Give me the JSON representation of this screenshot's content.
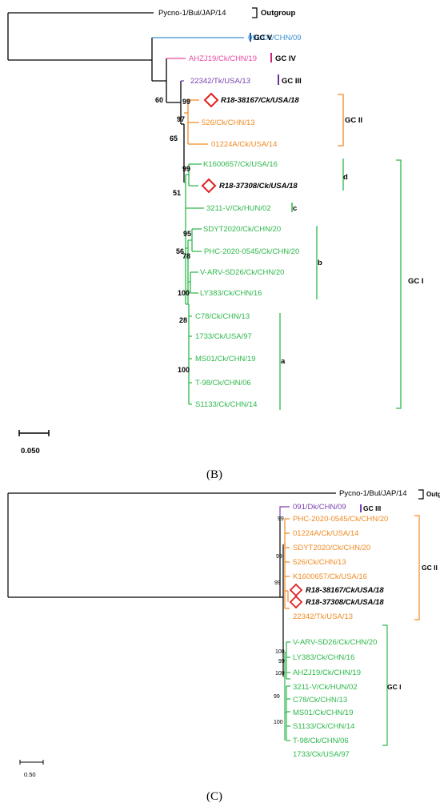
{
  "panel_b": {
    "label": "(B)",
    "scale_label": "0.050",
    "taxa": [
      {
        "name": "Pycno-1/Bul/JAP/14",
        "color": "#000000",
        "style": "normal"
      },
      {
        "name": "091/Dk/CHN/09",
        "color": "#3a8fd0",
        "style": "normal"
      },
      {
        "name": "AHZJ19/Ck/CHN/19",
        "color": "#e64aa0",
        "style": "normal"
      },
      {
        "name": "22342/Tk/USA/13",
        "color": "#7a3fb0",
        "style": "normal"
      },
      {
        "name": "R18-38167/Ck/USA/18",
        "color": "#000000",
        "style": "bold-italic"
      },
      {
        "name": "526/Ck/CHN/13",
        "color": "#f08a24",
        "style": "normal"
      },
      {
        "name": "01224A/Ck/USA/14",
        "color": "#f08a24",
        "style": "normal"
      },
      {
        "name": "K1600657/Ck/USA/16",
        "color": "#2db84b",
        "style": "normal"
      },
      {
        "name": "R18-37308/Ck/USA/18",
        "color": "#000000",
        "style": "bold-italic"
      },
      {
        "name": "3211-V/Ck/HUN/02",
        "color": "#2db84b",
        "style": "normal"
      },
      {
        "name": "SDYT2020/Ck/CHN/20",
        "color": "#2db84b",
        "style": "normal"
      },
      {
        "name": "PHC-2020-0545/Ck/CHN/20",
        "color": "#2db84b",
        "style": "normal"
      },
      {
        "name": "V-ARV-SD26/Ck/CHN/20",
        "color": "#2db84b",
        "style": "normal"
      },
      {
        "name": "LY383/Ck/CHN/16",
        "color": "#2db84b",
        "style": "normal"
      },
      {
        "name": "C78/Ck/CHN/13",
        "color": "#2db84b",
        "style": "normal"
      },
      {
        "name": "1733/Ck/USA/97",
        "color": "#2db84b",
        "style": "normal"
      },
      {
        "name": "MS01/Ck/CHN/19",
        "color": "#2db84b",
        "style": "normal"
      },
      {
        "name": "T-98/Ck/CHN/06",
        "color": "#2db84b",
        "style": "normal"
      },
      {
        "name": "S1133/Ck/CHN/14",
        "color": "#2db84b",
        "style": "normal"
      }
    ],
    "bootstrap": [
      "60",
      "99",
      "97",
      "65",
      "99",
      "51",
      "95",
      "56",
      "78",
      "100",
      "28",
      "100"
    ],
    "groups": [
      {
        "label": "Outgroup",
        "color": "#000000"
      },
      {
        "label": "GC V",
        "color": "#1e5aa8"
      },
      {
        "label": "GC IV",
        "color": "#d0237a"
      },
      {
        "label": "GC III",
        "color": "#6b2fa0"
      },
      {
        "label": "GC II",
        "color": "#f08a24"
      },
      {
        "label": "d",
        "color": "#2db84b"
      },
      {
        "label": "c",
        "color": "#2db84b"
      },
      {
        "label": "b",
        "color": "#2db84b"
      },
      {
        "label": "a",
        "color": "#2db84b"
      },
      {
        "label": "GC I",
        "color": "#2db84b"
      }
    ]
  },
  "panel_c": {
    "label": "(C)",
    "scale_label": "0.50",
    "taxa": [
      {
        "name": "Pycno-1/Bul/JAP/14",
        "color": "#000000",
        "style": "normal"
      },
      {
        "name": "091/Dk/CHN/09",
        "color": "#7a3fb0",
        "style": "normal"
      },
      {
        "name": "PHC-2020-0545/Ck/CHN/20",
        "color": "#f08a24",
        "style": "normal"
      },
      {
        "name": "01224A/Ck/USA/14",
        "color": "#f08a24",
        "style": "normal"
      },
      {
        "name": "SDYT2020/Ck/CHN/20",
        "color": "#f08a24",
        "style": "normal"
      },
      {
        "name": "526/Ck/CHN/13",
        "color": "#f08a24",
        "style": "normal"
      },
      {
        "name": "K1600657/Ck/USA/16",
        "color": "#f08a24",
        "style": "normal"
      },
      {
        "name": "R18-38167/Ck/USA/18",
        "color": "#000000",
        "style": "bold-italic"
      },
      {
        "name": "R18-37308/Ck/USA/18",
        "color": "#000000",
        "style": "bold-italic"
      },
      {
        "name": "22342/Tk/USA/13",
        "color": "#f08a24",
        "style": "normal"
      },
      {
        "name": "V-ARV-SD26/Ck/CHN/20",
        "color": "#2db84b",
        "style": "normal"
      },
      {
        "name": "LY383/Ck/CHN/16",
        "color": "#2db84b",
        "style": "normal"
      },
      {
        "name": "AHZJ19/Ck/CHN/19",
        "color": "#2db84b",
        "style": "normal"
      },
      {
        "name": "3211-V/Ck/HUN/02",
        "color": "#2db84b",
        "style": "normal"
      },
      {
        "name": "C78/Ck/CHN/13",
        "color": "#2db84b",
        "style": "normal"
      },
      {
        "name": "MS01/Ck/CHN/19",
        "color": "#2db84b",
        "style": "normal"
      },
      {
        "name": "S1133/Ck/CHN/14",
        "color": "#2db84b",
        "style": "normal"
      },
      {
        "name": "T-98/Ck/CHN/06",
        "color": "#2db84b",
        "style": "normal"
      },
      {
        "name": "1733/Ck/USA/97",
        "color": "#2db84b",
        "style": "normal"
      }
    ],
    "bootstrap": [
      "99",
      "99",
      "99",
      "100",
      "99",
      "100",
      "99",
      "100"
    ],
    "groups": [
      {
        "label": "Outgroup",
        "color": "#000000"
      },
      {
        "label": "GC III",
        "color": "#6b2fa0"
      },
      {
        "label": "GC II",
        "color": "#f08a24"
      },
      {
        "label": "GC I",
        "color": "#2db84b"
      }
    ]
  },
  "colors": {
    "marker": "#e02020"
  }
}
